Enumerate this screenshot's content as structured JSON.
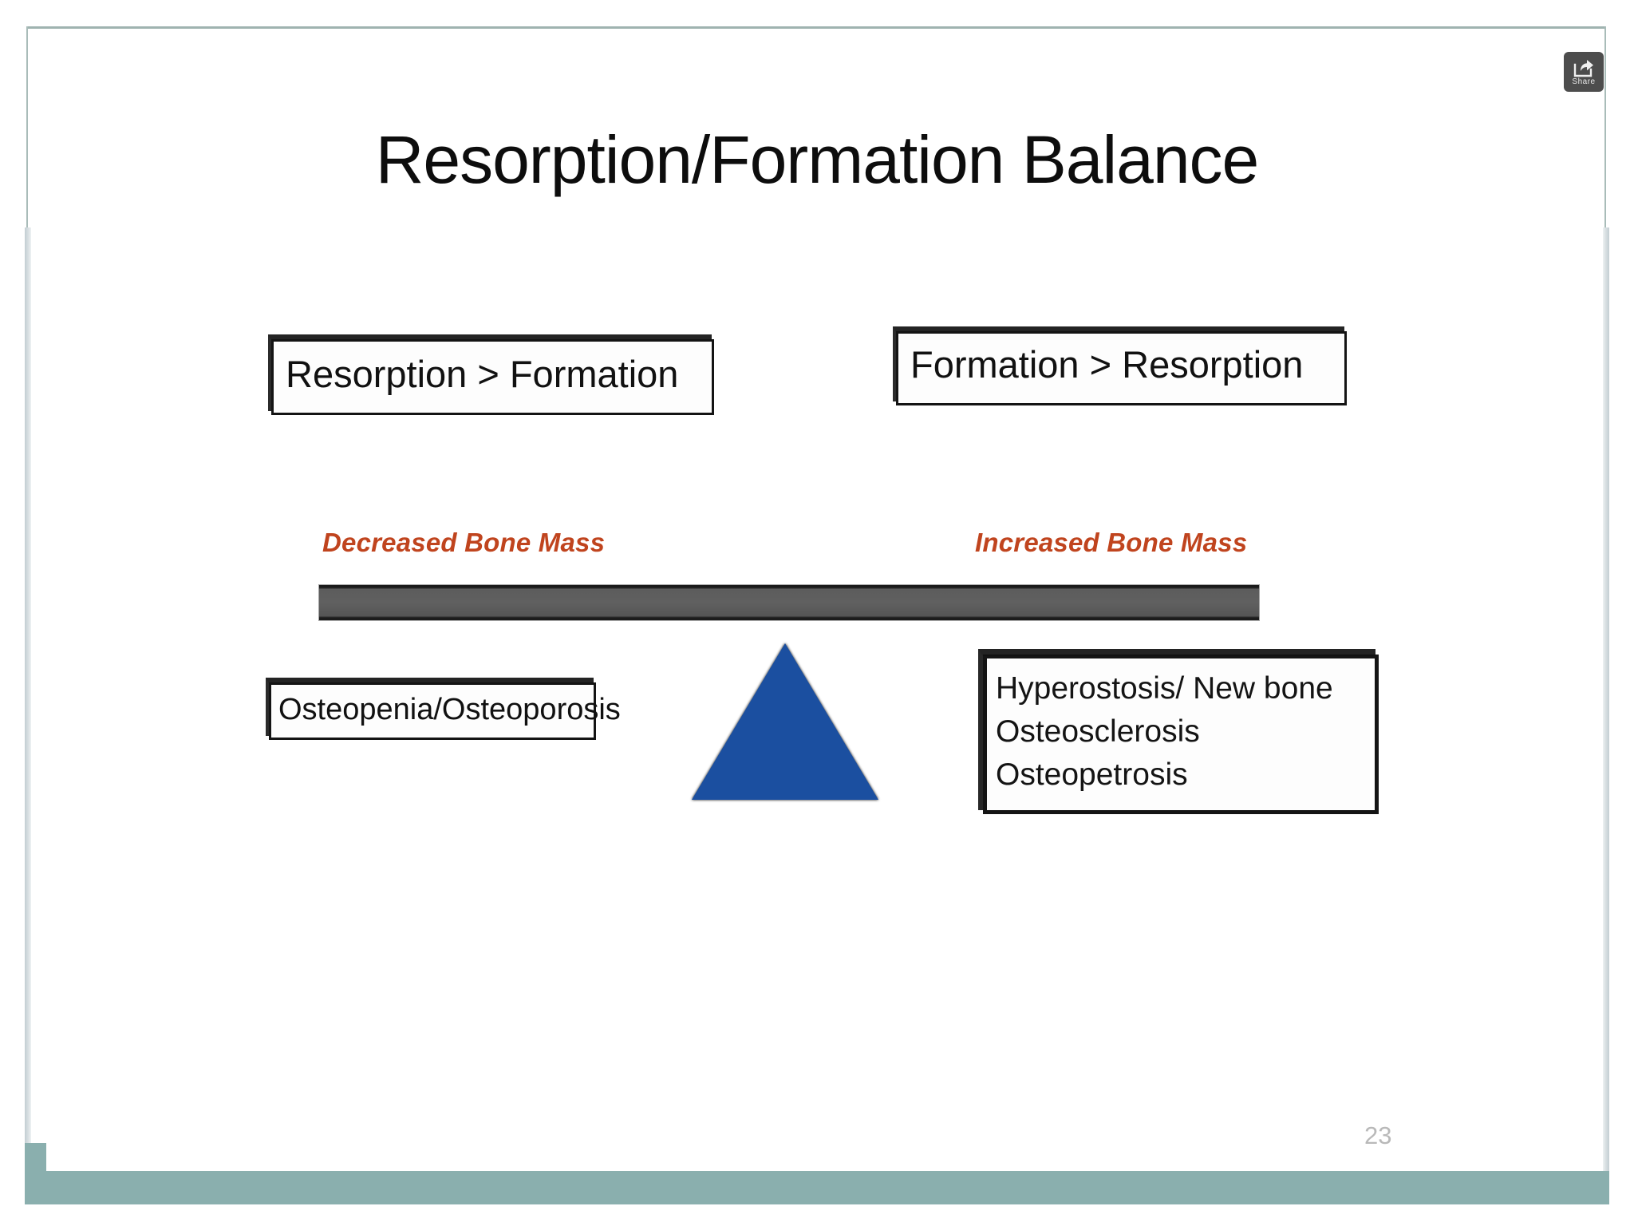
{
  "slide": {
    "title": "Resorption/Formation Balance",
    "page_number": "23",
    "background_color": "#ffffff",
    "border_color": "#8aafae"
  },
  "toolbar": {
    "share_label": "Share",
    "share_icon": "share-icon"
  },
  "diagram": {
    "type": "balance-scale",
    "left_side": {
      "condition_label": "Resorption > Formation",
      "outcome_caption": "Decreased Bone Mass",
      "outcome_caption_color": "#c0441e",
      "diseases": "Osteopenia/Osteoporosis"
    },
    "right_side": {
      "condition_label": "Formation > Resorption",
      "outcome_caption": "Increased Bone Mass",
      "outcome_caption_color": "#c0441e",
      "diseases": [
        "Hyperostosis/ New bone",
        "Osteosclerosis",
        "Osteopetrosis"
      ]
    },
    "beam": {
      "color": "#5c5c5c",
      "state": "level"
    },
    "fulcrum": {
      "shape": "triangle",
      "color": "#1b4fa0"
    }
  }
}
